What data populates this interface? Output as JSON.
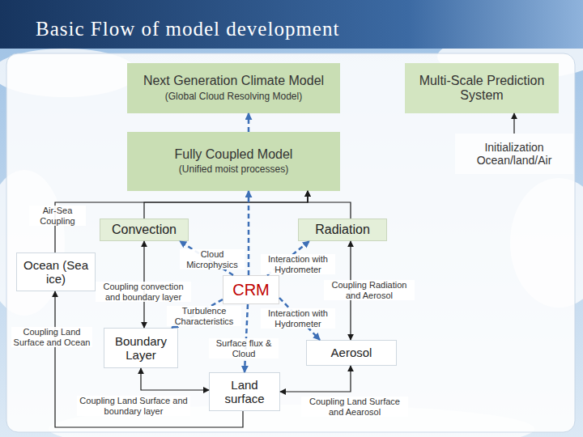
{
  "diagram": {
    "title": "Basic Flow of model development",
    "nodes": [
      {
        "text": [
          "Next Generation Climate Model",
          "(Global Cloud Resolving Model)"
        ]
      },
      {
        "text": [
          "Multi-Scale Prediction System"
        ]
      },
      {
        "text": [
          "Fully Coupled Model",
          "(Unified moist processes)"
        ]
      },
      {
        "text": [
          "Initialization Ocean/land/Air"
        ]
      },
      {
        "text": [
          "Convection"
        ]
      },
      {
        "text": [
          "Radiation"
        ]
      },
      {
        "text": [
          "Ocean (Sea ice)"
        ]
      },
      {
        "text": [
          "CRM"
        ]
      },
      {
        "text": [
          "Boundary Layer"
        ]
      },
      {
        "text": [
          "Aerosol"
        ]
      },
      {
        "text": [
          "Land surface"
        ]
      }
    ],
    "edges": [
      {
        "from": 2,
        "to": 0,
        "arrow": "to"
      },
      {
        "from": 3,
        "to": 1,
        "arrow": "to"
      },
      {
        "from": 6,
        "to": 2,
        "label": "Air-Sea Coupling",
        "arrow": "to"
      },
      {
        "from": 4,
        "to": 2,
        "arrow": "to"
      },
      {
        "from": 5,
        "to": 2,
        "arrow": "to"
      },
      {
        "from": 7,
        "to": 2,
        "arrow": "to"
      },
      {
        "from": 7,
        "to": 4,
        "label": "Cloud Microphysics",
        "arrow": "to"
      },
      {
        "from": 7,
        "to": 5,
        "label": "Interaction with Hydrometer",
        "arrow": "to"
      },
      {
        "from": 7,
        "to": 8,
        "label": "Turbulence Characteristics",
        "arrow": "to"
      },
      {
        "from": 7,
        "to": 9,
        "label": "Interaction with Hydrometer",
        "arrow": "to"
      },
      {
        "from": 7,
        "to": 10,
        "label": "Surface flux & Cloud",
        "arrow": "to"
      },
      {
        "from": 4,
        "to": 8,
        "label": "Coupling convection and boundary layer",
        "arrow": "both"
      },
      {
        "from": 5,
        "to": 9,
        "label": "Coupling Radiation and Aerosol",
        "arrow": "both"
      },
      {
        "from": 8,
        "to": 10,
        "label": "Coupling Land Surface and boundary layer",
        "arrow": "both"
      },
      {
        "from": 10,
        "to": 9,
        "label": "Coupling Land Surface and Aearosol",
        "arrow": "both"
      },
      {
        "from": 10,
        "to": 6,
        "label": "Coupling Land Surface and Ocean",
        "arrow": "to"
      }
    ]
  }
}
